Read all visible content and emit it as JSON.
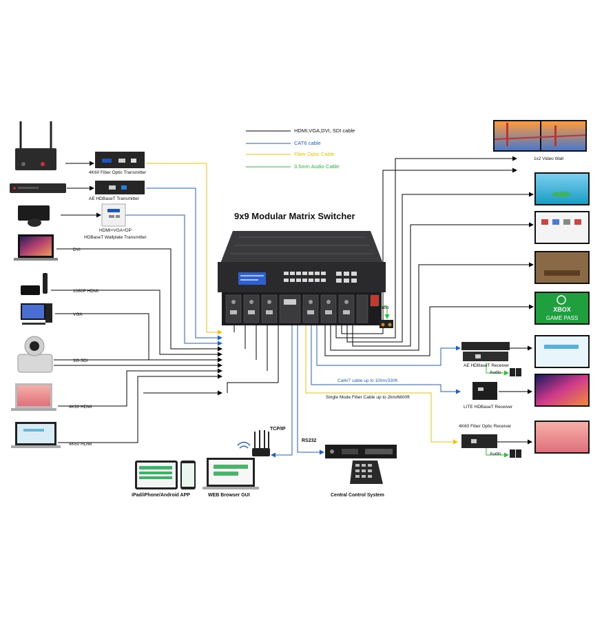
{
  "title": "9x9 Modular Matrix Switcher",
  "legend": [
    {
      "label": "HDMI,VGA,DVI, SDI cable",
      "color": "#000000"
    },
    {
      "label": "CAT6 cable",
      "color": "#1a5fd6"
    },
    {
      "label": "Fiber Optic Cable",
      "color": "#f2c200"
    },
    {
      "label": "3.5mm Audio Cable",
      "color": "#22c531"
    }
  ],
  "colors": {
    "black": "#000000",
    "blue": "#1a5fd6",
    "yellow": "#f2c200",
    "green": "#22c531"
  },
  "inputs": {
    "fiber_tx": "4K60 Fiber Optic Transmitter",
    "ae_tx": "AE HDBaseT Transmitter",
    "wallplate_sub": "HDMI+VGA+DP",
    "wallplate": "HDBaseT Wallplate Transmitter",
    "dvi": "DVI",
    "hdmi1080": "1080P HDMI",
    "vga": "VGA",
    "sdi": "3G-SDI",
    "hdmi4k30": "4K30 HDMI",
    "hdmi4k60": "4K60 HDMI"
  },
  "outputs": {
    "video_wall": "1x2 Video Wall",
    "xbox_line1": "XBOX",
    "xbox_line2": "GAME PASS",
    "ae_rx": "AE HDBaseT Receiver",
    "lite_rx": "LITE HDBaseT Receiver",
    "fiber_rx": "4K60 Fiber Optic Receiver",
    "audio": "Audio"
  },
  "cables": {
    "cat6": "Cat6/7 cable up to 100m/330ft",
    "fiber": "Single Mode Fiber Cable up to 2km/6600ft"
  },
  "control": {
    "tcpip": "TCP/IP",
    "rs232": "RS232",
    "app": "iPad/iPhone/Android APP",
    "web": "WEB Browser GUI",
    "central": "Central Control System"
  }
}
